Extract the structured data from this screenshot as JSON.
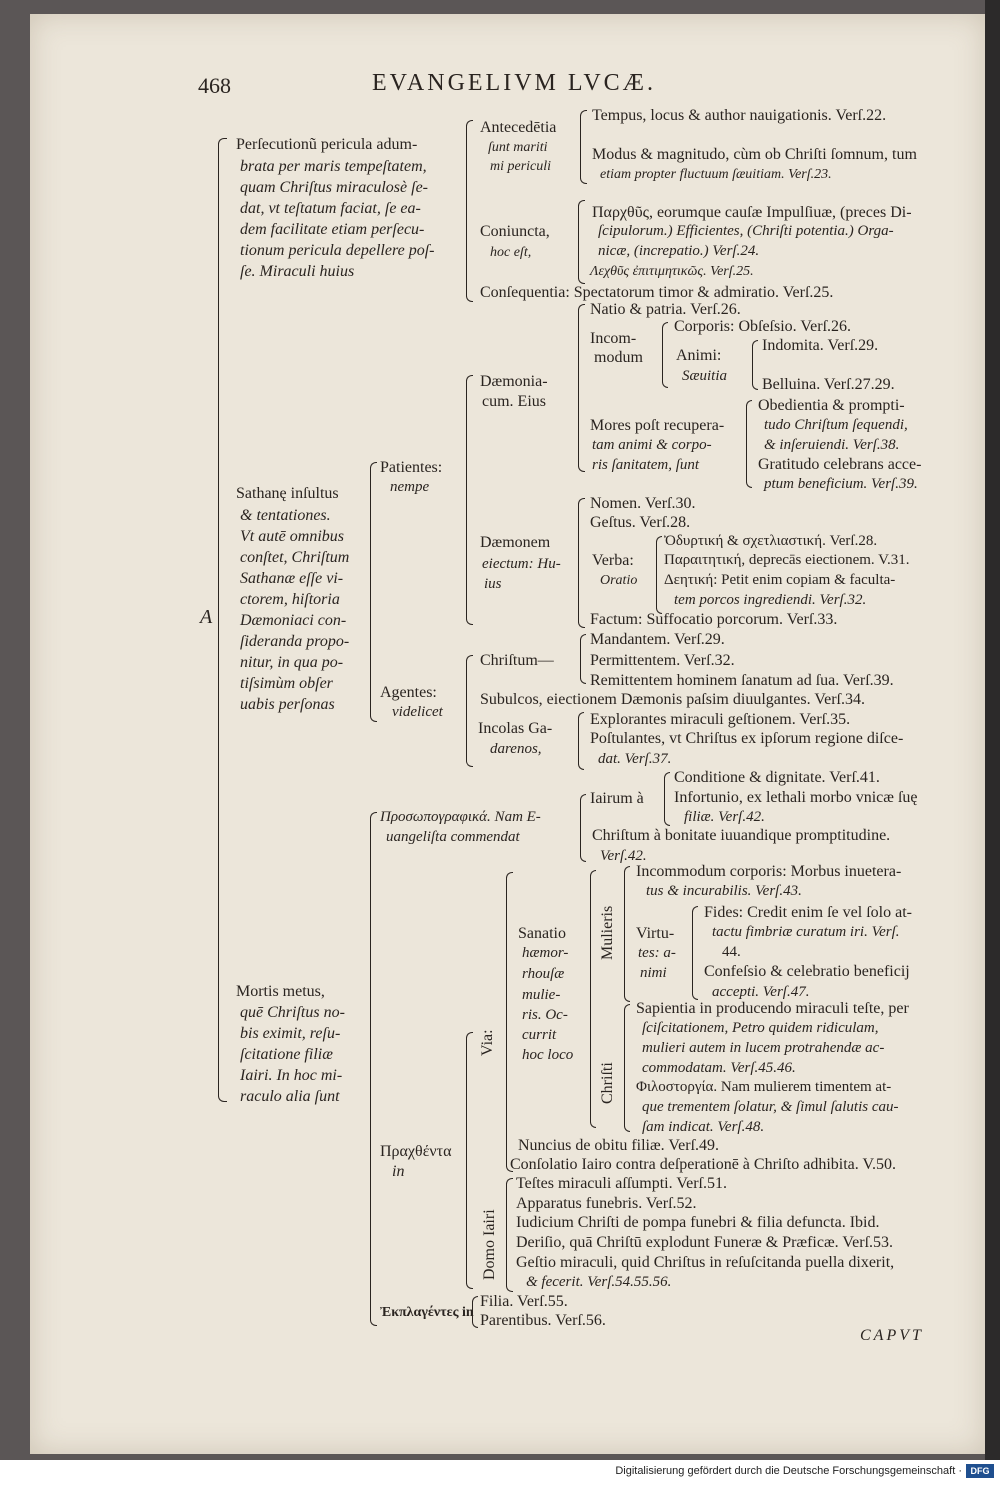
{
  "header": {
    "page_number": "468",
    "running_title": "EVANGELIVM LVCÆ."
  },
  "catchword": "CAPVT",
  "footer": {
    "digitization_credit": "Digitalisierung gefördert durch die Deutsche Forschungsgemeinschaft ·",
    "dfg_logo_text": "DFG"
  },
  "outline": {
    "root_mark": "A",
    "persecution": {
      "lines": [
        "Perſecutionũ pericula adum-",
        "brata per maris tempeſtatem,",
        "quam Chriſtus miraculosè ſe-",
        "dat, vt teſtatum faciat, ſe ea-",
        "dem facilitate etiam perſecu-",
        "tionum pericula depellere poſ-",
        "ſe. Miraculi huius"
      ],
      "antecedentia": {
        "label": [
          "Antecedētia",
          "ſunt mariti",
          "mi periculi"
        ],
        "items": [
          [
            "Tempus, locus & author nauigationis. Verſ.22."
          ],
          [
            "Modus & magnitudo, cùm ob Chriſti ſomnum, tum",
            "etiam propter fluctuum ſæuitiam. Verſ.23."
          ]
        ]
      },
      "coniuncta": {
        "label": [
          "Coniuncta,",
          "hoc eſt,"
        ],
        "lines": [
          "Παρχθῦς, eorumque cauſæ Impulſiuæ, (preces Di-",
          "ſcipulorum.) Efficientes, (Chriſti potentia.) Orga-",
          "nicæ, (increpatio.) Verſ.24.",
          "Λεχθῦς ἐπιτιμητικῶς. Verſ.25."
        ]
      },
      "consequentia": "Conſequentia: Spectatorum timor & admiratio. Verſ.25."
    },
    "satan": {
      "lines": [
        "Sathanę inſultus",
        "& tentationes.",
        "Vt autē omnibus",
        "conſtet, Chriſtum",
        "Sathanæ eſſe vi-",
        "ctorem, hiſtoria",
        "Dæmoniaci con-",
        "ſideranda propo-",
        "nitur, in qua po-",
        "tiſsimùm obſer",
        "uabis perſonas"
      ],
      "patientes": {
        "label": [
          "Patientes:",
          "nempe"
        ],
        "daemoniacum": {
          "label": [
            "Dæmonia-",
            "cum. Eius"
          ],
          "natio": "Natio & patria. Verſ.26.",
          "incommodum": {
            "label": [
              "Incom-",
              "modum"
            ],
            "corporis": "Corporis: Obſeſsio. Verſ.26.",
            "animi": {
              "label": [
                "Animi:",
                "Sæuitia"
              ],
              "items": [
                "Indomita. Verſ.29.",
                "Belluina. Verſ.27.29."
              ]
            }
          },
          "mores": {
            "label": [
              "Mores poſt recupera-",
              "tam animi & corpo-",
              "ris ſanitatem, ſunt"
            ],
            "items": [
              [
                "Obedientia & prompti-",
                "tudo Chriſtum ſequendi,",
                "& inſeruiendi. Verſ.38."
              ],
              [
                "Gratitudo celebrans acce-",
                "ptum beneficium. Verſ.39."
              ]
            ]
          }
        },
        "daemonem": {
          "label": [
            "Dæmonem",
            "eiectum: Hu-",
            "ius"
          ],
          "nomen": "Nomen. Verſ.30.",
          "gestus": "Geſtus. Verſ.28.",
          "verba": {
            "label": [
              "Verba:",
              "Oratio"
            ],
            "items": [
              "Ὀδυρτική & σχετλιαστική. Verſ.28.",
              "Παραιτητική, deprecās eiectionem. V.31.",
              "Δεητική: Petit enim copiam & faculta-",
              "tem porcos ingrediendi. Verſ.32."
            ]
          },
          "factum": "Factum: Suffocatio porcorum. Verſ.33."
        }
      },
      "agentes": {
        "label": [
          "Agentes:",
          "videlicet"
        ],
        "christum": {
          "label": "Chriſtum—",
          "items": [
            "Mandantem. Verſ.29.",
            "Permittentem. Verſ.32.",
            "Remittentem hominem ſanatum ad ſua. Verſ.39."
          ]
        },
        "subulcos": "Subulcos, eiectionem Dæmonis paſsim diuulgantes. Verſ.34.",
        "incolas": {
          "label": [
            "Incolas Ga-",
            "darenos,"
          ],
          "items": [
            [
              "Explorantes miraculi geſtionem. Verſ.35."
            ],
            [
              "Poſtulantes, vt Chriſtus ex ipſorum regione diſce-",
              "dat. Verſ.37."
            ]
          ]
        }
      }
    },
    "mortis": {
      "lines": [
        "Mortis metus,",
        "quē Chriſtus no-",
        "bis eximit, reſu-",
        "ſcitatione filiæ",
        "Iairi. In hoc mi-",
        "raculo alia ſunt"
      ],
      "prosopo": {
        "label": [
          "Προσωπογραφικά. Nam E-",
          "uangeliſta commendat"
        ],
        "iairum": {
          "label": "Iairum à",
          "items": [
            [
              "Conditione & dignitate. Verſ.41."
            ],
            [
              "Infortunio, ex lethali morbo vnicæ ſuę",
              "filiæ. Verſ.42."
            ]
          ]
        },
        "christum": [
          "Chriſtum à bonitate iuuandique promptitudine.",
          "Verſ.42."
        ]
      },
      "praxthenta": {
        "label": [
          "Πραχθέντα",
          "in"
        ],
        "via": {
          "label": "Via:",
          "sanatio": {
            "label": [
              "Sanatio",
              "hæmor-",
              "rhouſæ",
              "mulie-",
              "ris. Oc-",
              "currit",
              "hoc loco"
            ],
            "mulieris": {
              "label": "Mulieris",
              "incommodum": [
                "Incommodum corporis: Morbus inuetera-",
                "tus & incurabilis. Verſ.43."
              ],
              "virtutes": {
                "label": [
                  "Virtu-",
                  "tes: a-",
                  "nimi"
                ],
                "items": [
                  [
                    "Fides: Credit enim ſe vel ſolo at-",
                    "tactu fimbriæ curatum iri. Verſ.",
                    "44."
                  ],
                  [
                    "Confeſsio & celebratio beneficij",
                    "accepti. Verſ.47."
                  ]
                ]
              }
            },
            "christi": {
              "label": "Chriſti",
              "sapientia": [
                "Sapientia in producendo miraculi teſte, per",
                "ſciſcitationem, Petro quidem ridiculam,",
                "mulieri autem in lucem protrahendæ ac-",
                "commodatam. Verſ.45.46."
              ],
              "philostorgia": [
                "Φιλοστοργία. Nam mulierem timentem at-",
                "que trementem ſolatur, & ſimul ſalutis cau-",
                "ſam indicat. Verſ.48."
              ]
            }
          },
          "nuncius": "Nuncius de obitu filiæ. Verſ.49.",
          "consolatio": "Conſolatio Iairo contra deſperationē à Chriſto adhibita. V.50."
        },
        "domo": {
          "label": "Domo Iairi",
          "items": [
            [
              "Teſtes miraculi aſſumpti. Verſ.51."
            ],
            [
              "Apparatus funebris. Verſ.52."
            ],
            [
              "Iudicium Chriſti de pompa funebri & filia defuncta. Ibid."
            ],
            [
              "Deriſio, quā Chriſtū explodunt Funeræ & Præficæ. Verſ.53."
            ],
            [
              "Geſtio miraculi, quid Chriſtus in reſuſcitanda puella dixerit,",
              "& fecerit. Verſ.54.55.56."
            ]
          ]
        }
      },
      "ekplexis": {
        "label": "Ἐκπλαγέντες in",
        "items": [
          "Filia. Verſ.55.",
          "Parentibus. Verſ.56."
        ]
      }
    }
  }
}
